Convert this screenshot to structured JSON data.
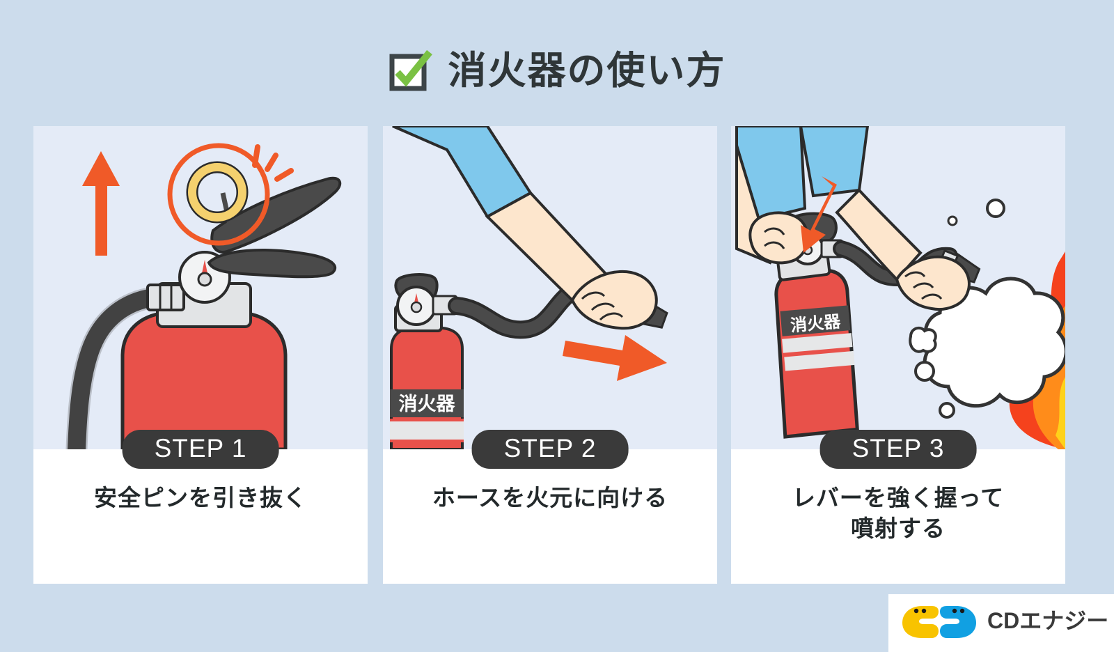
{
  "page": {
    "background_color": "#ccdcec",
    "card_background": "#ffffff",
    "illustration_background": "#e4ebf7"
  },
  "header": {
    "title": "消火器の使い方",
    "check_icon": "checkbox-checked-icon",
    "check_color": "#7ac143",
    "box_color": "#3d4548",
    "title_color": "#2f3638"
  },
  "steps": [
    {
      "badge": "STEP 1",
      "caption_lines": [
        "安全ピンを引き抜く"
      ],
      "illustration": "extinguisher-top-pull-pin",
      "highlight_color": "#f05a28",
      "arrow_direction": "up",
      "pin_color": "#f5d16e"
    },
    {
      "badge": "STEP 2",
      "caption_lines": [
        "ホースを火元に向ける"
      ],
      "illustration": "hand-aiming-hose",
      "highlight_color": "#f05a28",
      "arrow_direction": "right",
      "extinguisher_label": "消火器"
    },
    {
      "badge": "STEP 3",
      "caption_lines": [
        "レバーを強く握って",
        "噴射する"
      ],
      "illustration": "squeeze-lever-spray-fire",
      "highlight_color": "#f05a28",
      "arrow_direction": "down",
      "extinguisher_label": "消火器"
    }
  ],
  "colors": {
    "badge_bg": "#3a3a3a",
    "badge_text": "#ffffff",
    "caption_text": "#23292b",
    "extinguisher_red": "#e8514a",
    "extinguisher_outline": "#2b2b2b",
    "hose_dark": "#4a4a4a",
    "skin": "#fde6cd",
    "sleeve_blue": "#7fc8ec",
    "flame_red": "#f5421d",
    "flame_orange": "#ff8c1a",
    "flame_yellow": "#ffd21a",
    "foam_white": "#ffffff",
    "metal_gray": "#e0e0e0"
  },
  "logo": {
    "brand": "CDエナジー",
    "mark_name": "cd-energy-mascot-logo",
    "yellow": "#f8c300",
    "blue": "#11a0e2",
    "text_color": "#3a3a3a",
    "background": "#ffffff"
  }
}
